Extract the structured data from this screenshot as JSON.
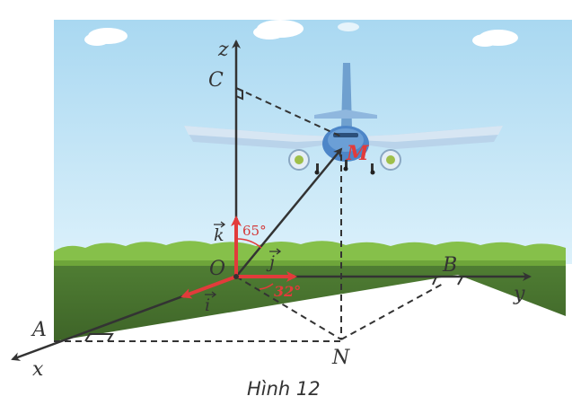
{
  "figure": {
    "caption": "Hình 12",
    "points": {
      "O": "O",
      "A": "A",
      "B": "B",
      "C": "C",
      "M": "M",
      "N": "N"
    },
    "axes": {
      "x": "x",
      "y": "y",
      "z": "z"
    },
    "vectors": {
      "i": "i",
      "j": "j",
      "k": "k"
    },
    "angles": {
      "zOM": "65°",
      "xON": "32°"
    },
    "colors": {
      "sky": "#bfe3f5",
      "field": "#56833a",
      "hedge": "#86c04a",
      "vector": "#e23b3b",
      "angle_text": "#d23a3a",
      "lines": "#333333"
    }
  }
}
